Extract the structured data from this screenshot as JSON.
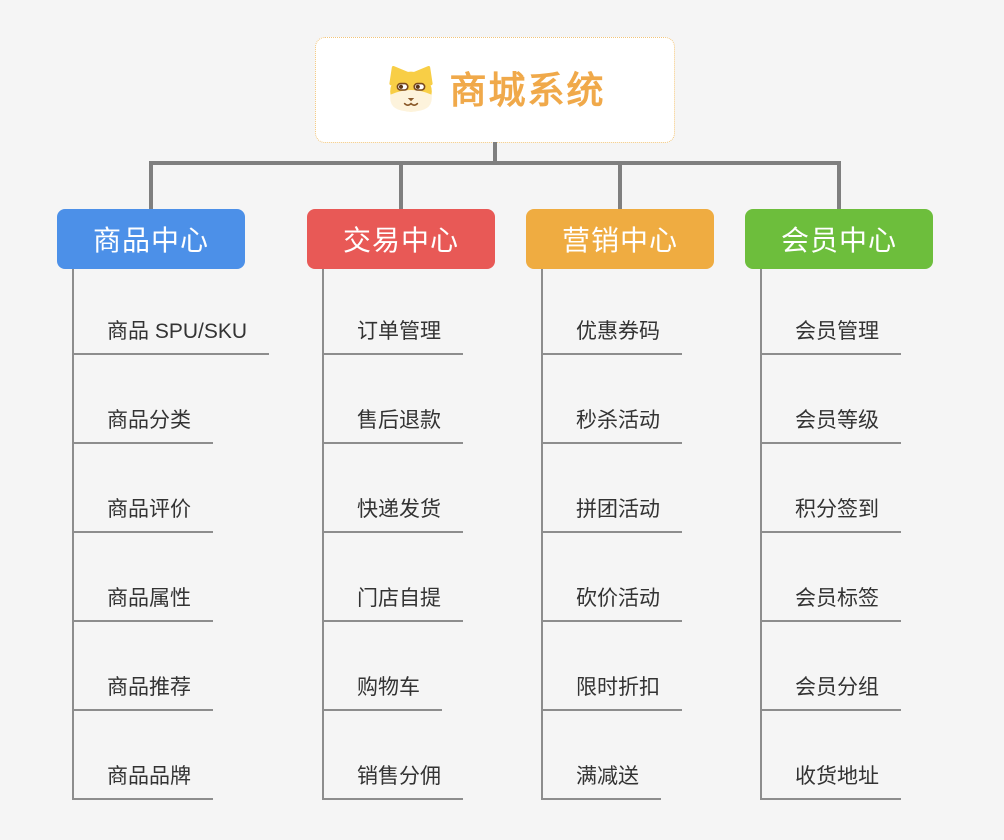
{
  "canvas": {
    "background": "#f5f5f5"
  },
  "root": {
    "label": "商城系统",
    "icon": "dog-face-icon",
    "text_color": "#f0a94a",
    "border_color": "#f2c57a",
    "background": "#ffffff"
  },
  "connectors": {
    "primary_color": "#7f7f7f",
    "secondary_color": "#8d8d8d"
  },
  "branches": [
    {
      "label": "商品中心",
      "color": "#4c90e8",
      "items": [
        "商品 SPU/SKU",
        "商品分类",
        "商品评价",
        "商品属性",
        "商品推荐",
        "商品品牌"
      ]
    },
    {
      "label": "交易中心",
      "color": "#e85956",
      "items": [
        "订单管理",
        "售后退款",
        "快递发货",
        "门店自提",
        "购物车",
        "销售分佣"
      ]
    },
    {
      "label": "营销中心",
      "color": "#efac41",
      "items": [
        "优惠券码",
        "秒杀活动",
        "拼团活动",
        "砍价活动",
        "限时折扣",
        "满减送"
      ]
    },
    {
      "label": "会员中心",
      "color": "#6dbe3c",
      "items": [
        "会员管理",
        "会员等级",
        "积分签到",
        "会员标签",
        "会员分组",
        "收货地址"
      ]
    }
  ]
}
